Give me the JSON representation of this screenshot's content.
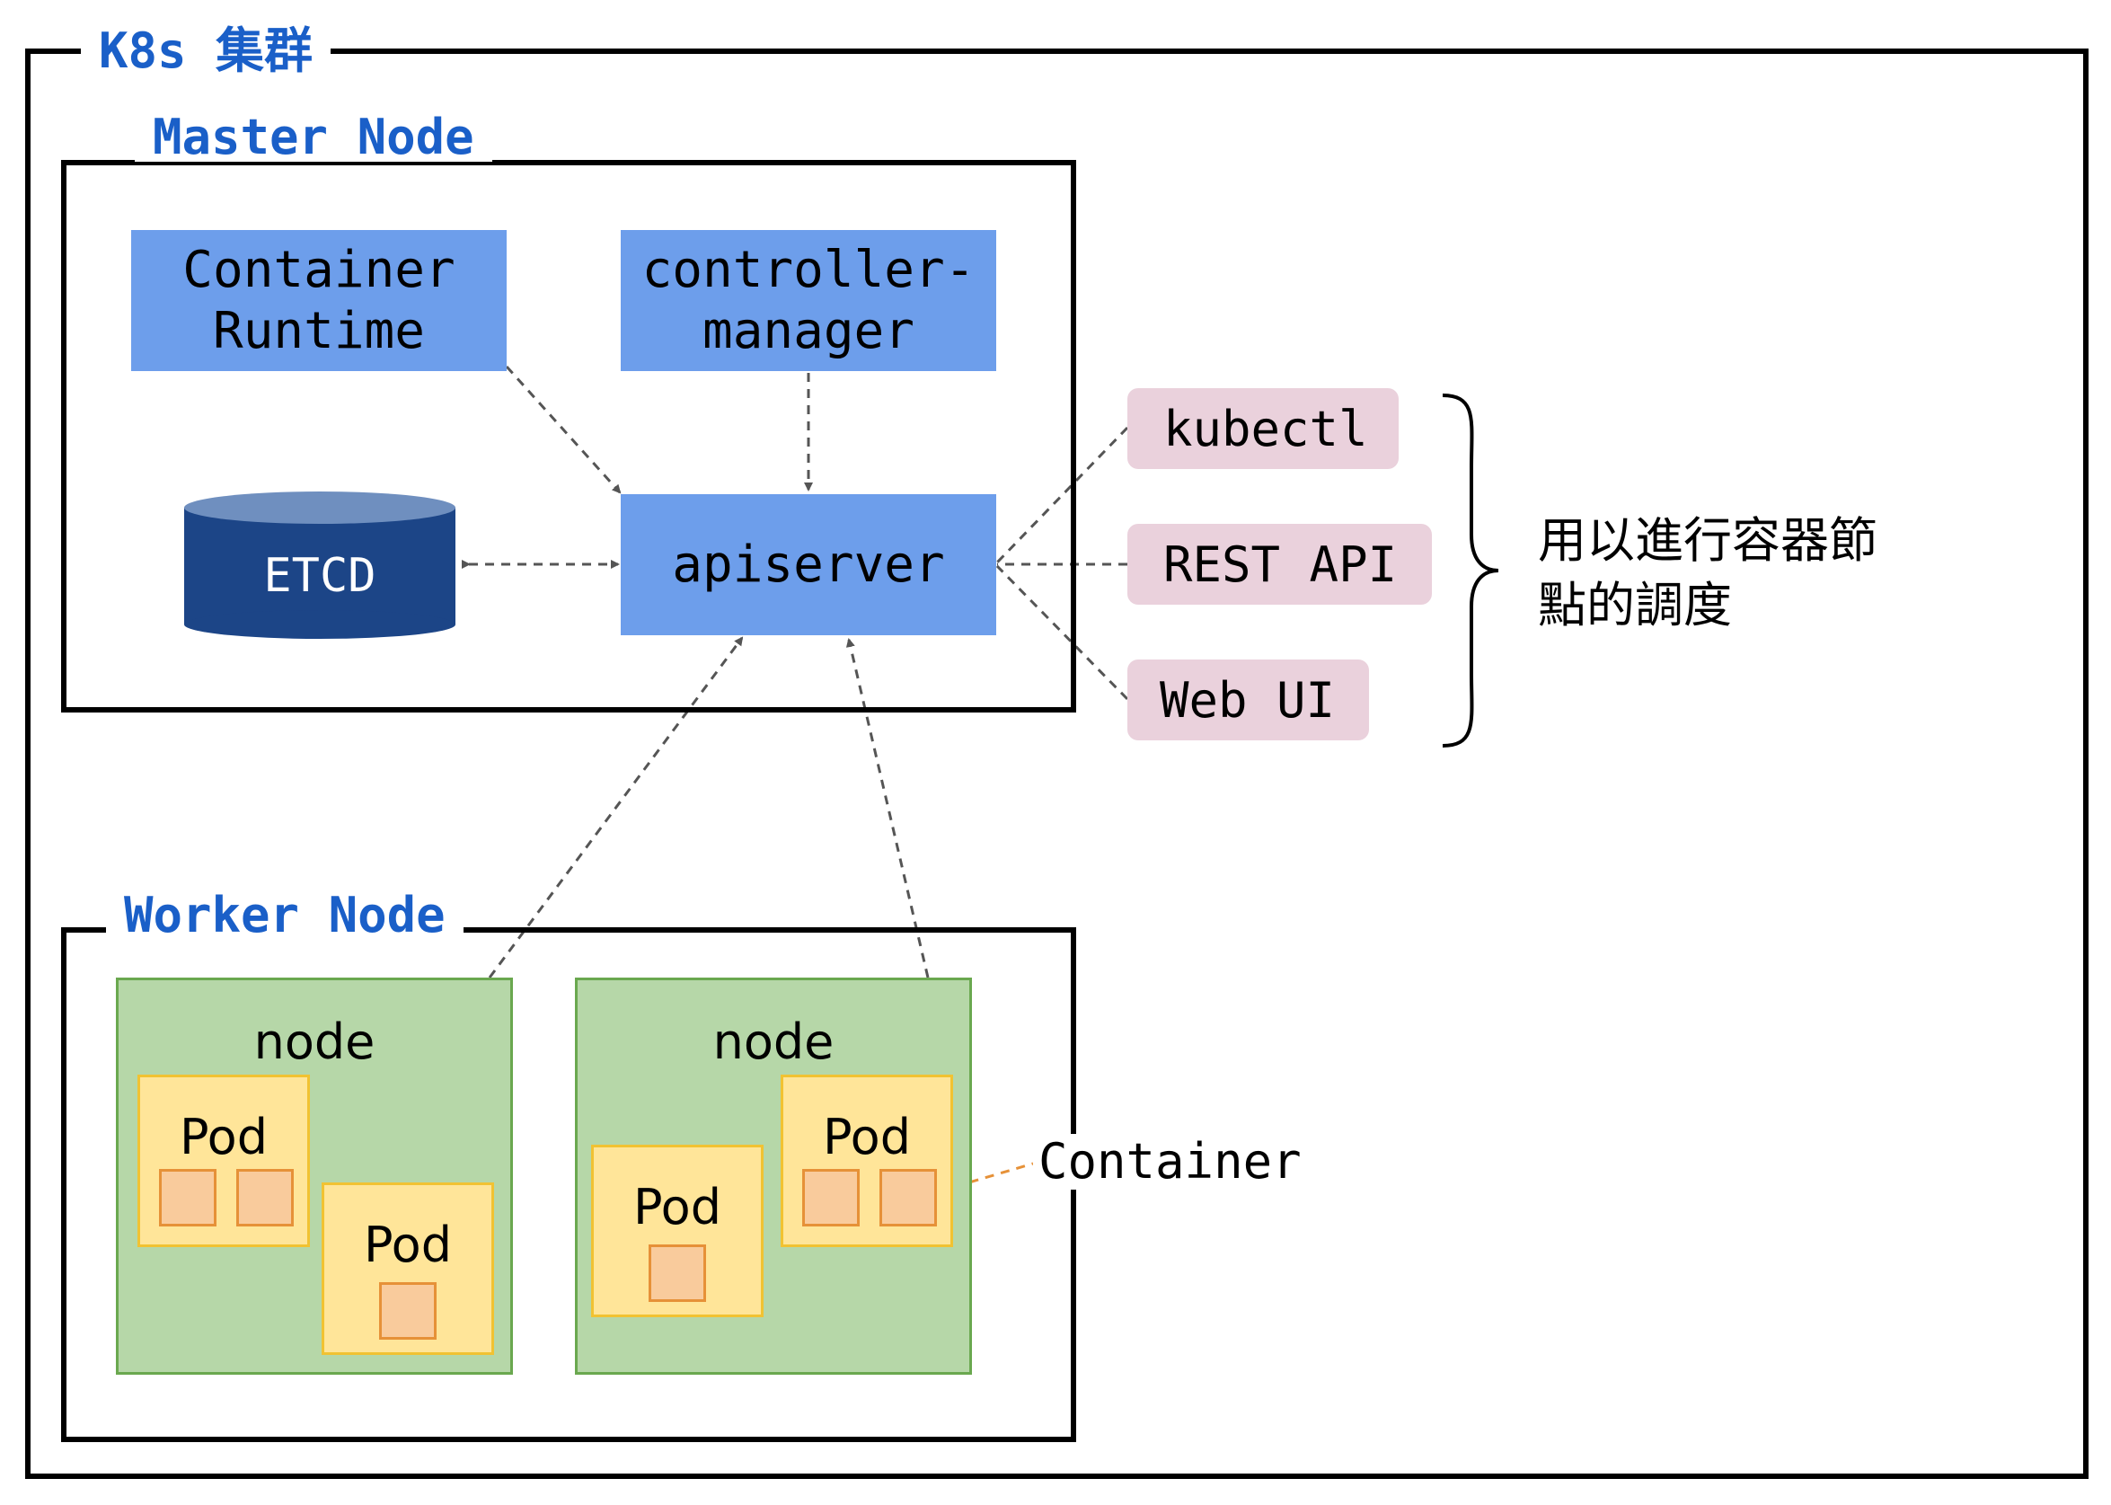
{
  "cluster": {
    "title": "K8s 集群"
  },
  "master_node": {
    "title": "Master Node",
    "components": {
      "container_runtime": "Container Runtime",
      "controller_manager": "controller-manager",
      "etcd": "ETCD",
      "apiserver": "apiserver"
    }
  },
  "clients": {
    "kubectl": "kubectl",
    "rest_api": "REST API",
    "web_ui": "Web UI"
  },
  "clients_note": "用以進行容器節點的調度",
  "worker_node": {
    "title": "Worker Node",
    "nodes": [
      {
        "label": "node",
        "pods": [
          {
            "label": "Pod"
          },
          {
            "label": "Pod"
          }
        ]
      },
      {
        "label": "node",
        "pods": [
          {
            "label": "Pod"
          },
          {
            "label": "Pod"
          }
        ]
      }
    ],
    "container_callout": "Container"
  },
  "colors": {
    "frame_title": "#1a5fc8",
    "component": "#6d9eeb",
    "etcd": "#1c4587",
    "etcd_top": "#6f8fbf",
    "client": "#ead1dc",
    "node": "#b6d7a8",
    "pod": "#ffe599",
    "container": "#f9cb9c",
    "container_line": "#e69138"
  }
}
